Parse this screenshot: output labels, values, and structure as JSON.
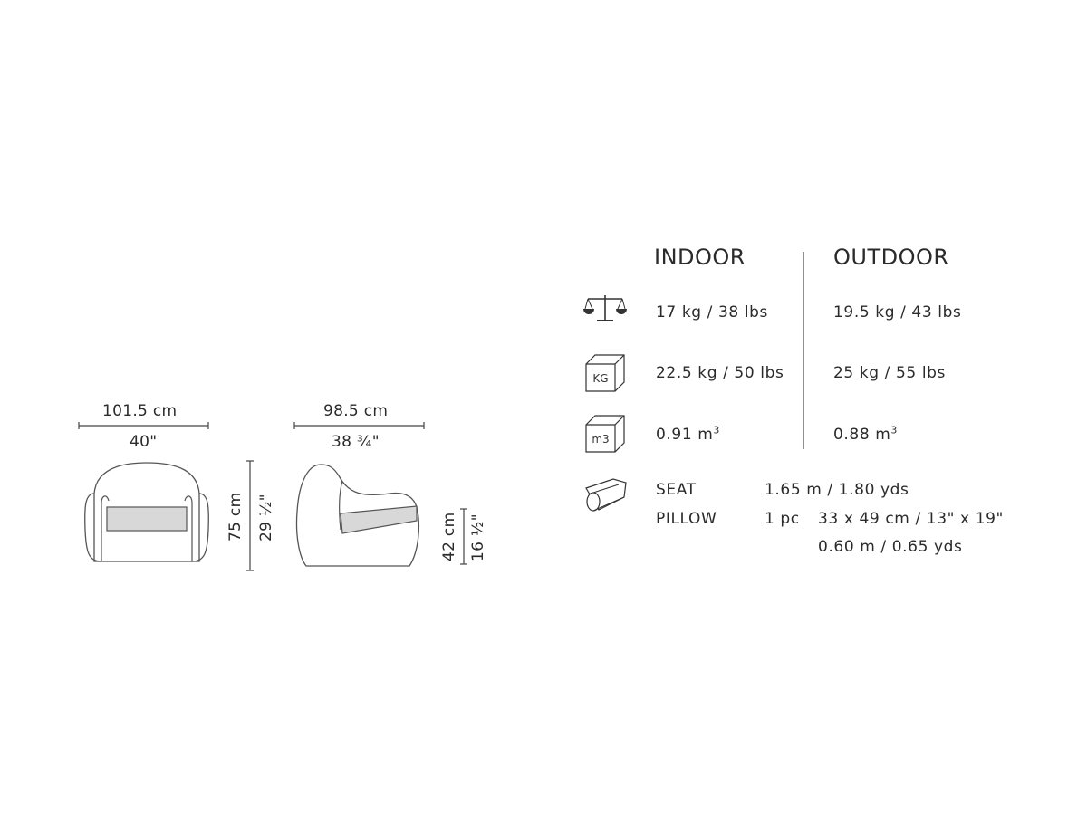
{
  "front_view": {
    "width_cm": "101.5 cm",
    "width_in": "40\"",
    "height_cm": "75 cm",
    "height_in": "29 ½\""
  },
  "side_view": {
    "depth_cm": "98.5 cm",
    "depth_in": "38 ¾\"",
    "seat_height_cm": "42 cm",
    "seat_height_in": "16 ½\""
  },
  "specs": {
    "header_indoor": "INDOOR",
    "header_outdoor": "OUTDOOR",
    "rows": [
      {
        "icon": "scale-icon",
        "indoor": "17 kg / 38 lbs",
        "outdoor": "19.5 kg / 43 lbs"
      },
      {
        "icon": "package-weight-icon",
        "icon_text": "KG",
        "indoor": "22.5 kg / 50 lbs",
        "outdoor": "25 kg / 55 lbs"
      },
      {
        "icon": "package-volume-icon",
        "icon_text": "m3",
        "indoor": "0.91 m",
        "indoor_sup": "3",
        "outdoor": "0.88 m",
        "outdoor_sup": "3"
      }
    ],
    "fabric": {
      "icon": "fabric-roll-icon",
      "seat_label": "SEAT",
      "seat_value": "1.65 m / 1.80 yds",
      "pillow_label": "PILLOW",
      "pillow_qty": "1 pc",
      "pillow_size": "33 x 49 cm / 13\" x 19\"",
      "pillow_value": "0.60 m / 0.65 yds"
    }
  }
}
